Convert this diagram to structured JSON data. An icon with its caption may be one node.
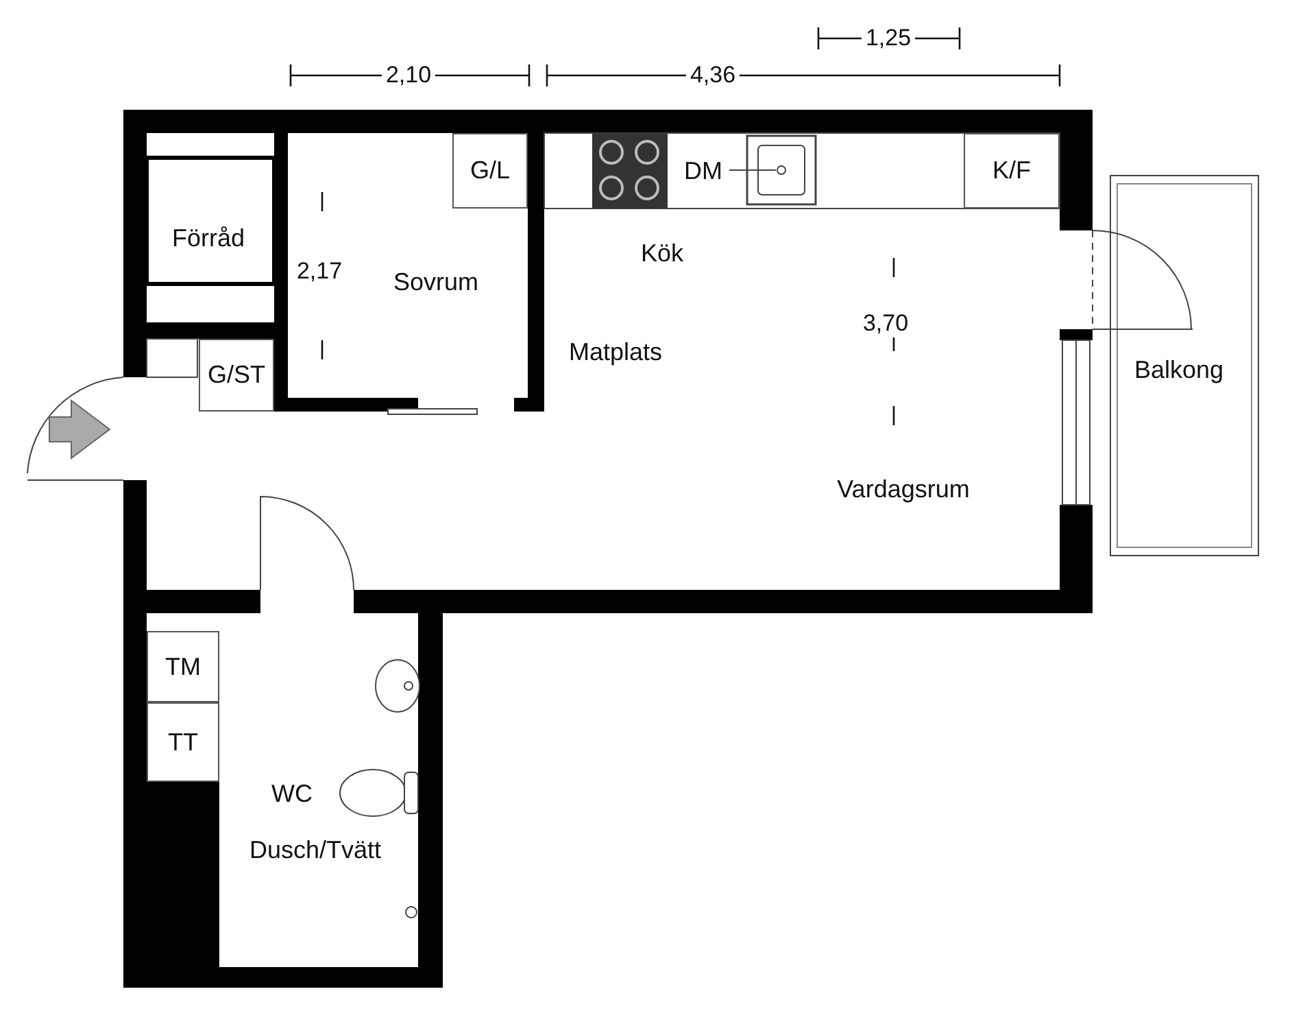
{
  "diagram": {
    "labels": [
      "1,25",
      "2,10",
      "4,36",
      "G/L",
      "DM",
      "K/F",
      "Förråd",
      "2,17",
      "Sovrum",
      "Kök",
      "3,70",
      "G/ST",
      "Matplats",
      "Balkong",
      "Vardagsrum",
      "TM",
      "TT",
      "WC",
      "Dusch/Tvätt"
    ]
  }
}
